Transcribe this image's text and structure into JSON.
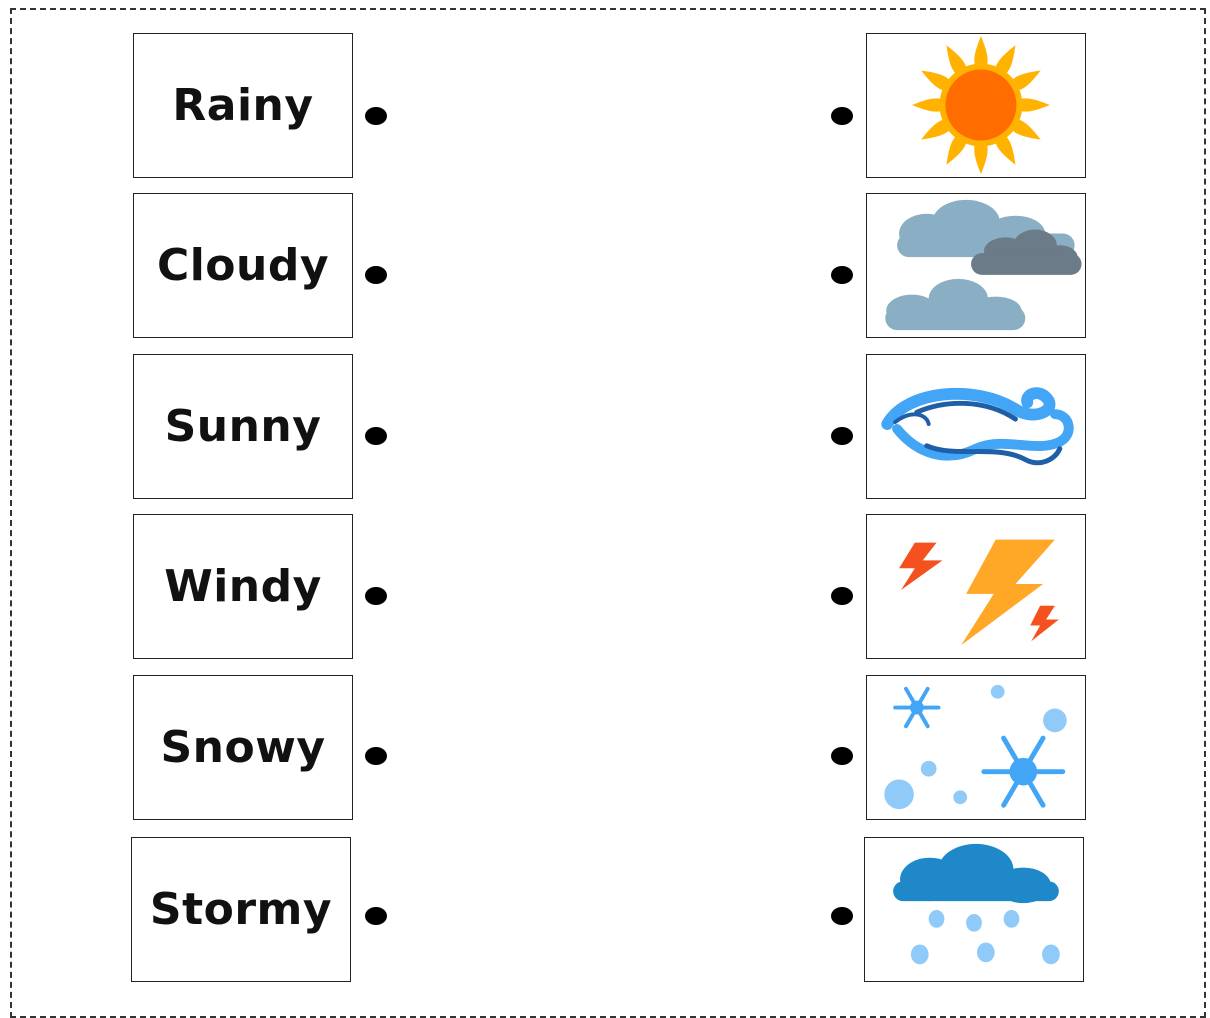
{
  "worksheet": {
    "words": [
      "Rainy",
      "Cloudy",
      "Sunny",
      "Windy",
      "Snowy",
      "Stormy"
    ],
    "pictures": [
      {
        "icon": "sun-icon"
      },
      {
        "icon": "clouds-icon"
      },
      {
        "icon": "wind-icon"
      },
      {
        "icon": "lightning-icon"
      },
      {
        "icon": "snowflakes-icon"
      },
      {
        "icon": "rain-cloud-icon"
      }
    ]
  },
  "colors": {
    "sun_core": "#ff6d00",
    "sun_rays": "#ffb300",
    "cloud_light": "#8aafc4",
    "cloud_dark": "#6b7b87",
    "wind_light": "#42a5f5",
    "wind_dark": "#1e5fa8",
    "bolt_large": "#ffa726",
    "bolt_small": "#f4511e",
    "snow": "#42a5f5",
    "snow_dots": "#90caf9",
    "rain_cloud": "#1e88c8",
    "rain_drops": "#90caf9"
  }
}
